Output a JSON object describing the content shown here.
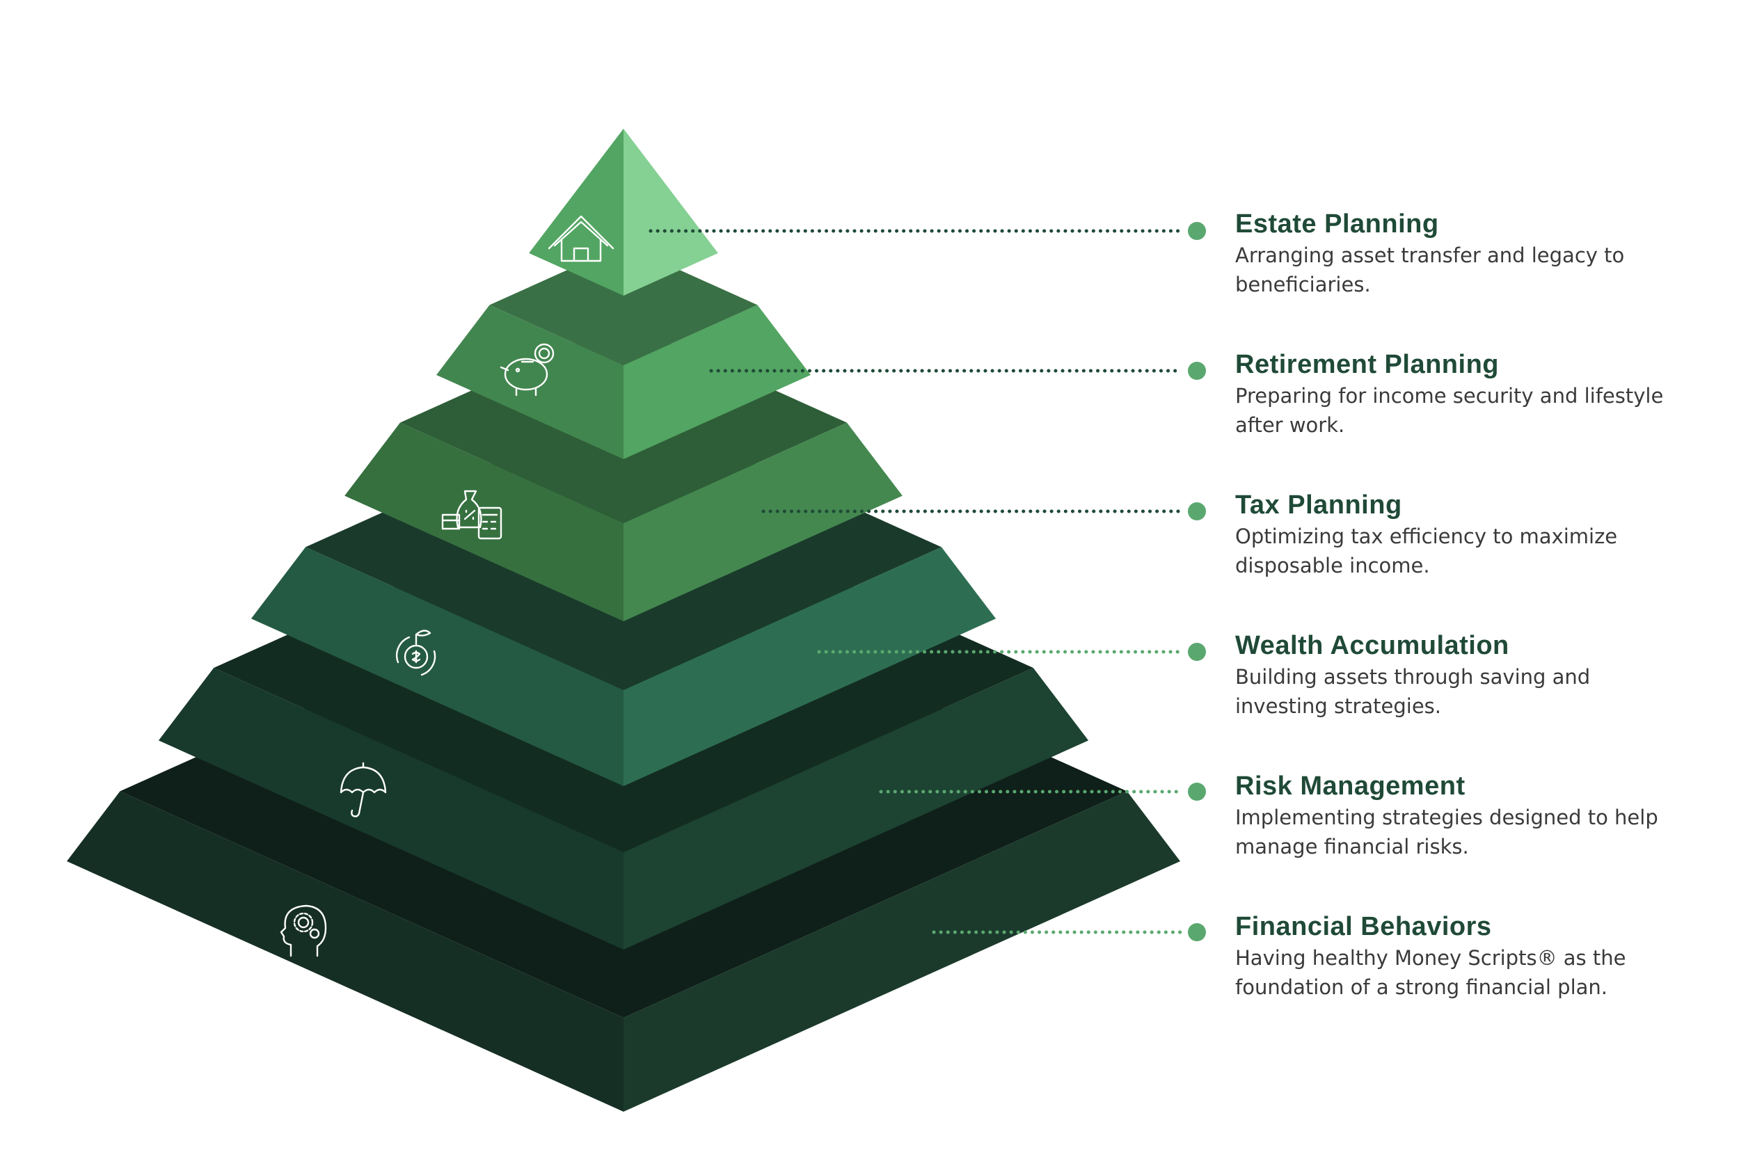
{
  "tiers": [
    {
      "title": "Estate Planning",
      "description": "Arranging asset transfer and legacy to beneficiaries.",
      "icon": "house-icon",
      "left_color": "#52a562",
      "right_color": "#85d093",
      "top_color": "#6fbf7f",
      "leader_color": "#1f4a37"
    },
    {
      "title": "Retirement Planning",
      "description": "Preparing for income security and lifestyle after work.",
      "icon": "piggy-bank-icon",
      "left_color": "#42864f",
      "right_color": "#52a562",
      "top_color": "#3a7045",
      "leader_color": "#1f4a37"
    },
    {
      "title": "Tax Planning",
      "description": "Optimizing tax efficiency to maximize disposable income.",
      "icon": "tax-calculator-icon",
      "left_color": "#36703f",
      "right_color": "#448850",
      "top_color": "#2e5e37",
      "leader_color": "#1f4a37"
    },
    {
      "title": "Wealth Accumulation",
      "description": "Building assets through saving and investing strategies.",
      "icon": "money-growth-icon",
      "left_color": "#245a43",
      "right_color": "#2d6e52",
      "top_color": "#1a3a2b",
      "leader_color": "#5aa86f"
    },
    {
      "title": "Risk Management",
      "description": "Implementing strategies designed to help manage financial risks.",
      "icon": "umbrella-icon",
      "left_color": "#183a2c",
      "right_color": "#1d4332",
      "top_color": "#132c21",
      "leader_color": "#5aa86f"
    },
    {
      "title": "Financial Behaviors",
      "description": "Having healthy Money Scripts® as the foundation of a strong financial plan.",
      "icon": "mindset-head-icon",
      "left_color": "#162f25",
      "right_color": "#1b3a2c",
      "top_color": "#0f1f19",
      "leader_color": "#5aa86f"
    }
  ],
  "dot_color": "#5aa86f"
}
